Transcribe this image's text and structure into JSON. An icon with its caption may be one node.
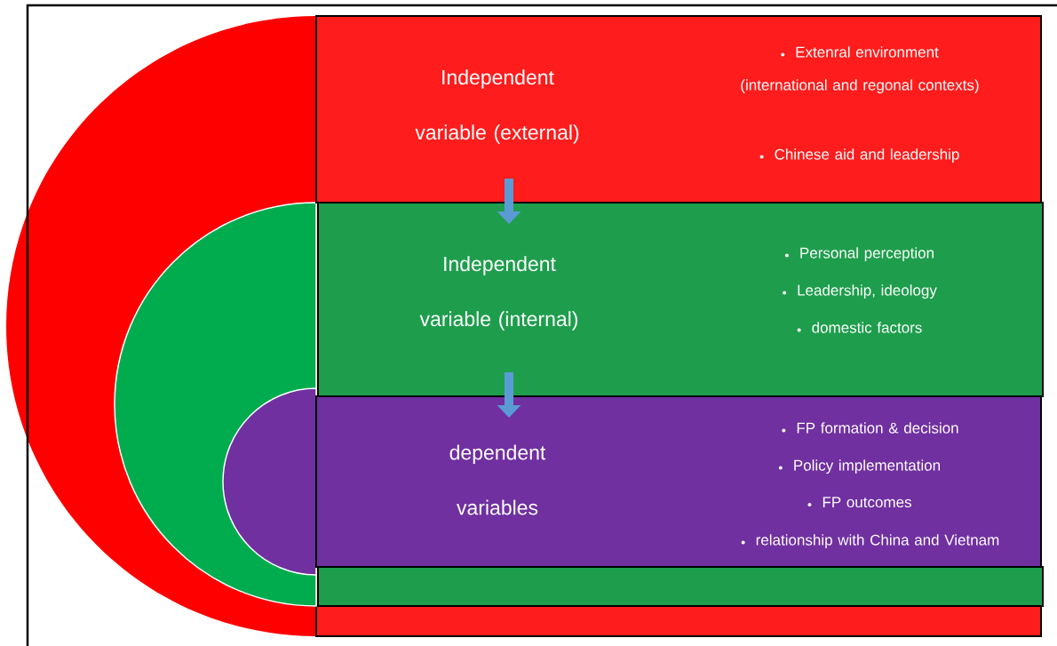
{
  "diagram": {
    "nodes": [
      {
        "text": [
          "Independent variable (external)",
          "Extenral environment (international and regonal contexts)",
          "Chinese aid and leadership"
        ]
      },
      {
        "text": [
          "Independent variable (internal)",
          "Personal perception",
          "Leadership, ideology",
          "domestic factors"
        ]
      },
      {
        "text": [
          "dependent variables",
          "FP formation & decision",
          "Policy implementation",
          "FP outcomes",
          "relationship with China and Vietnam"
        ]
      }
    ],
    "edges": [
      {
        "from": 0,
        "to": 1,
        "arrow": "to"
      },
      {
        "from": 1,
        "to": 2,
        "arrow": "to"
      }
    ]
  }
}
